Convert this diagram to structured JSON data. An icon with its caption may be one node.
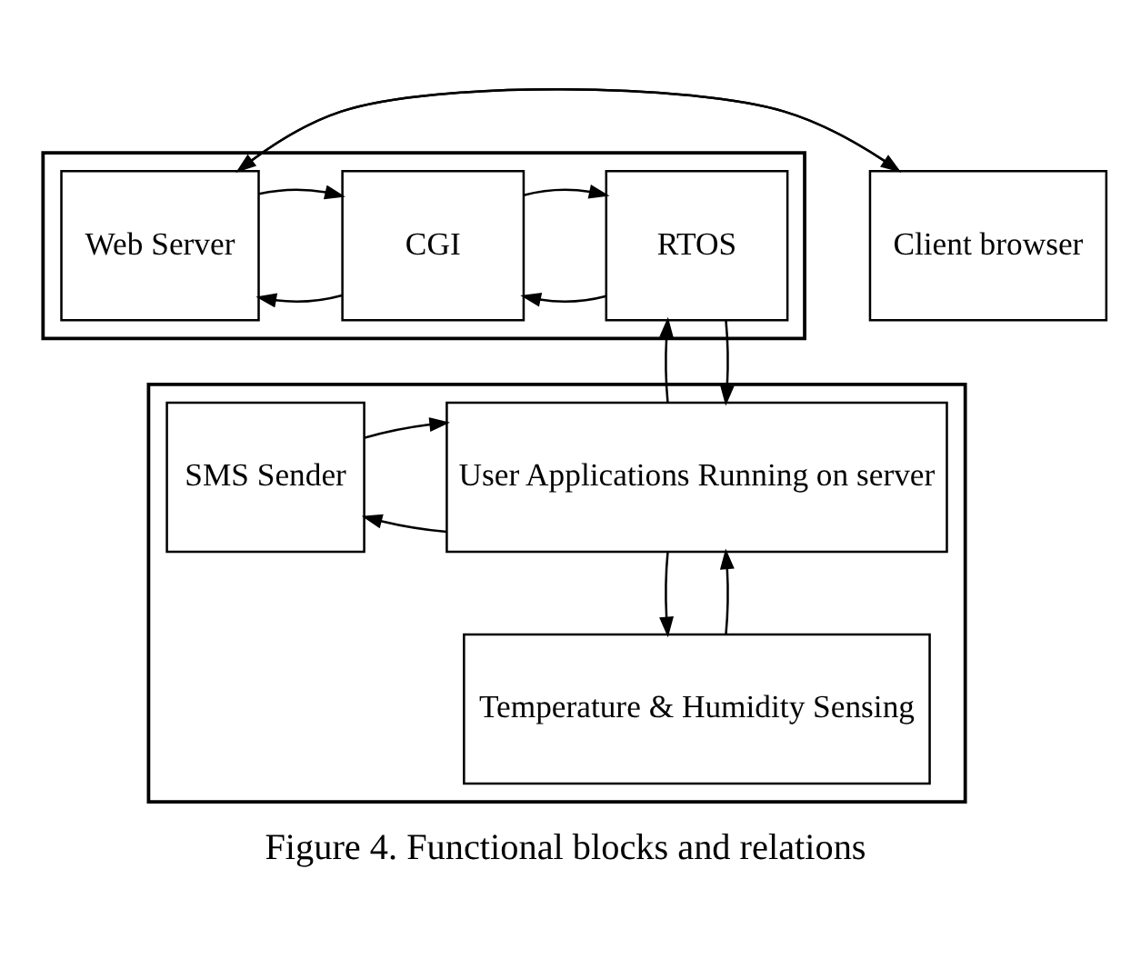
{
  "diagram": {
    "caption": "Figure 4. Functional blocks and relations",
    "nodes": [
      {
        "text": [],
        "shape": "box"
      },
      {
        "text": [
          "RTOS"
        ],
        "in": 0
      },
      {
        "text": [
          "CGI"
        ],
        "in": 0
      },
      {
        "text": [
          "Web Server"
        ],
        "in": 0
      },
      {
        "text": [
          "Client browser"
        ]
      },
      {
        "text": [],
        "shape": "box"
      },
      {
        "text": [
          "User Applications Running on server"
        ],
        "in": 5
      },
      {
        "text": [
          "SMS Sender"
        ],
        "in": 5
      },
      {
        "text": [
          "Temperature & Humidity Sensing"
        ],
        "in": 5
      }
    ],
    "edges": [
      {
        "from": 1,
        "to": 2,
        "arrow": "to"
      },
      {
        "from": 2,
        "to": 1,
        "arrow": "to"
      },
      {
        "from": 2,
        "to": 3,
        "arrow": "to"
      },
      {
        "from": 3,
        "to": 2,
        "arrow": "to"
      },
      {
        "from": 3,
        "to": 4,
        "arrow": "to"
      },
      {
        "from": 4,
        "to": 3,
        "arrow": "to"
      },
      {
        "from": 1,
        "to": 6,
        "arrow": "to"
      },
      {
        "from": 6,
        "to": 1,
        "arrow": "to"
      },
      {
        "from": 6,
        "to": 7,
        "arrow": "to"
      },
      {
        "from": 7,
        "to": 6,
        "arrow": "to"
      },
      {
        "from": 6,
        "to": 8,
        "arrow": "to"
      },
      {
        "from": 8,
        "to": 6,
        "arrow": "to"
      }
    ]
  }
}
